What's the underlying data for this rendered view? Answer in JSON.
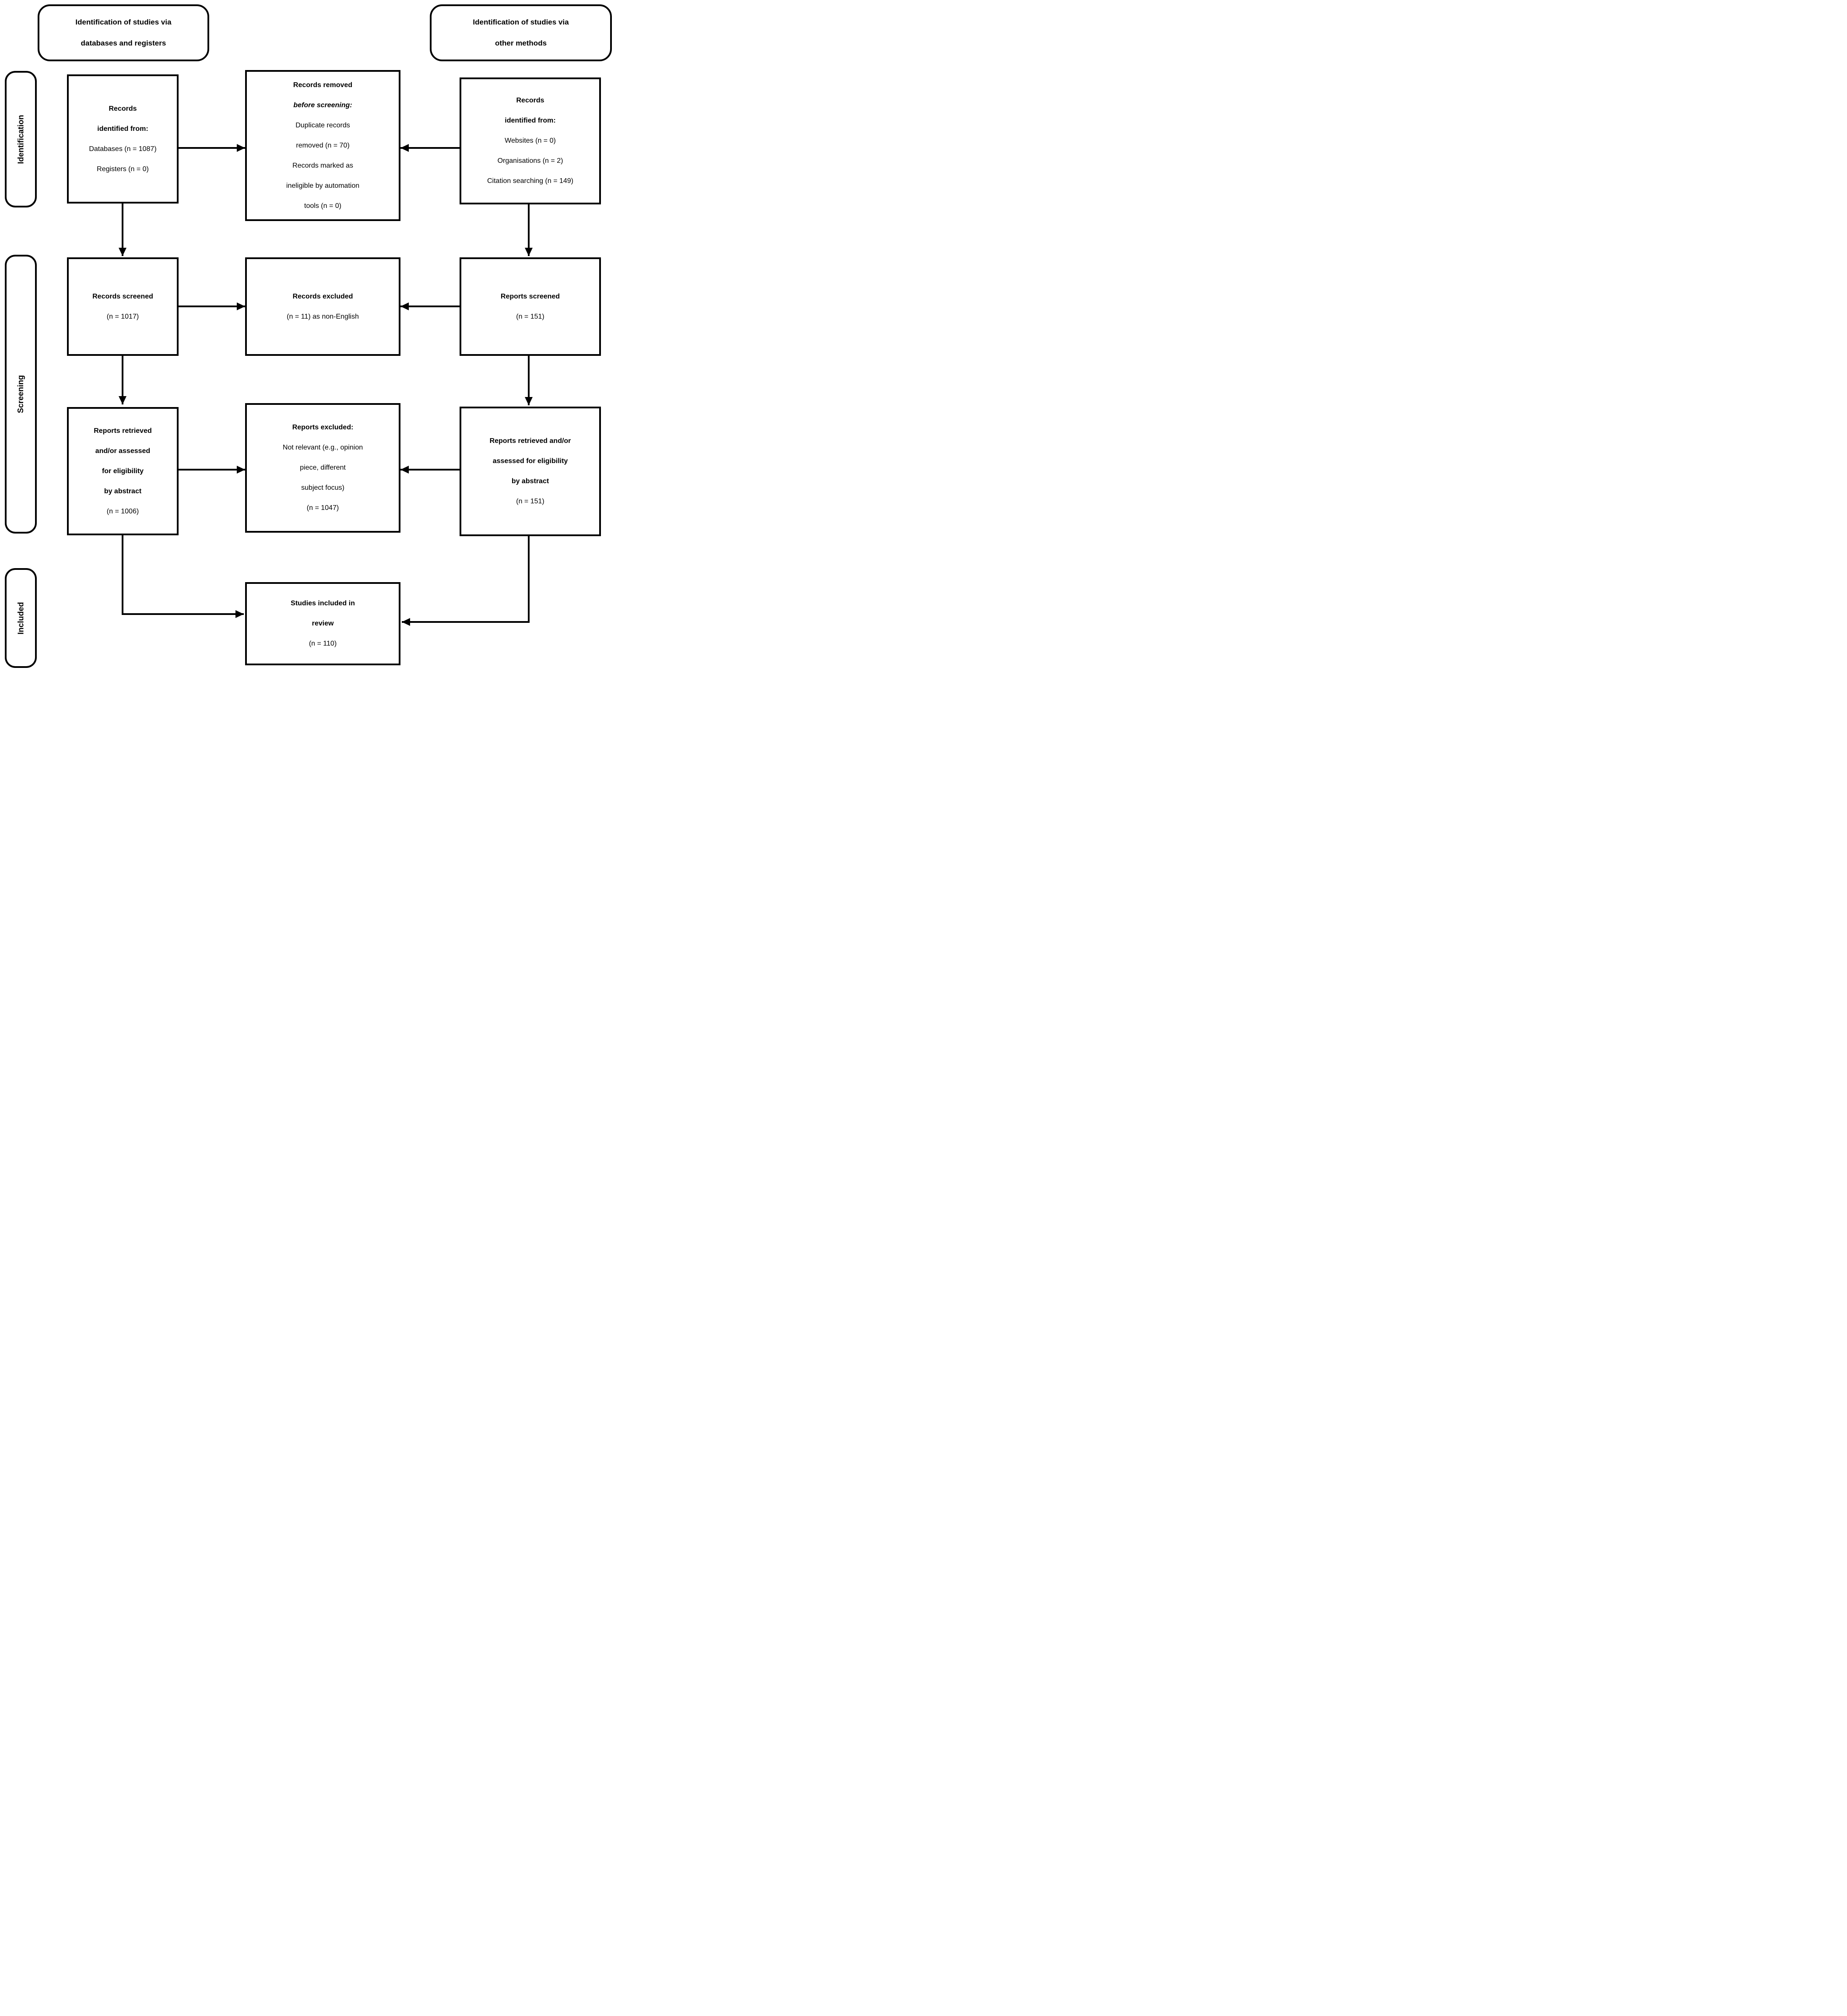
{
  "headers": {
    "left": [
      {
        "t": "Identification of studies via"
      },
      {
        "t": "databases and registers"
      }
    ],
    "right": [
      {
        "t": "Identification of studies via"
      },
      {
        "t": "other methods"
      }
    ]
  },
  "side_labels": {
    "identification": "Identification",
    "screening": "Screening",
    "included": "Included"
  },
  "boxes": {
    "records_identified_db": {
      "lines": [
        {
          "t": "Records",
          "s": "b"
        },
        {
          "t": "identified from:",
          "s": "b"
        },
        {
          "t": "Databases (n = 1087)",
          "s": "n"
        },
        {
          "t": "Registers (n = 0)",
          "s": "n"
        }
      ]
    },
    "records_removed": {
      "lines": [
        {
          "t": "Records removed",
          "s": "b"
        },
        {
          "t": "before screening:",
          "s": "bi"
        },
        {
          "t": "Duplicate records",
          "s": "n"
        },
        {
          "t": "removed (n = 70)",
          "s": "n"
        },
        {
          "t": "Records marked as",
          "s": "n"
        },
        {
          "t": "ineligible by automation",
          "s": "n"
        },
        {
          "t": "tools (n = 0)",
          "s": "n"
        }
      ]
    },
    "records_identified_other": {
      "lines": [
        {
          "t": "Records",
          "s": "b"
        },
        {
          "t": "identified from:",
          "s": "b"
        },
        {
          "t": "Websites (n = 0)",
          "s": "n"
        },
        {
          "t": "Organisations (n = 2)",
          "s": "n"
        },
        {
          "t": "Citation searching (n = 149)",
          "s": "n"
        }
      ]
    },
    "records_screened": {
      "lines": [
        {
          "t": "Records screened",
          "s": "b"
        },
        {
          "t": "(n = 1017)",
          "s": "n"
        }
      ]
    },
    "records_excluded": {
      "lines": [
        {
          "t": "Records excluded",
          "s": "b"
        },
        {
          "t": "(n = 11) as non-English",
          "s": "n"
        }
      ]
    },
    "reports_screened": {
      "lines": [
        {
          "t": "Reports screened",
          "s": "b"
        },
        {
          "t": "(n = 151)",
          "s": "n"
        }
      ]
    },
    "reports_retrieved_db": {
      "lines": [
        {
          "t": "Reports retrieved",
          "s": "b"
        },
        {
          "t": "and/or assessed",
          "s": "b"
        },
        {
          "t": "for eligibility",
          "s": "b"
        },
        {
          "t": "by abstract",
          "s": "b"
        },
        {
          "t": "(n = 1006)",
          "s": "n"
        }
      ]
    },
    "reports_excluded": {
      "lines": [
        {
          "t": "Reports excluded:",
          "s": "b"
        },
        {
          "t": "Not relevant (e.g., opinion",
          "s": "n"
        },
        {
          "t": "piece, different",
          "s": "n"
        },
        {
          "t": "subject focus)",
          "s": "n"
        },
        {
          "t": "(n = 1047)",
          "s": "n"
        }
      ]
    },
    "reports_retrieved_other": {
      "lines": [
        {
          "t": "Reports retrieved and/or",
          "s": "b"
        },
        {
          "t": "assessed for eligibility",
          "s": "b"
        },
        {
          "t": "by abstract",
          "s": "b"
        },
        {
          "t": "(n = 151)",
          "s": "n"
        }
      ]
    },
    "studies_included": {
      "lines": [
        {
          "t": "Studies included in",
          "s": "b"
        },
        {
          "t": "review",
          "s": "b"
        },
        {
          "t": "(n = 110)",
          "s": "n"
        }
      ]
    }
  }
}
